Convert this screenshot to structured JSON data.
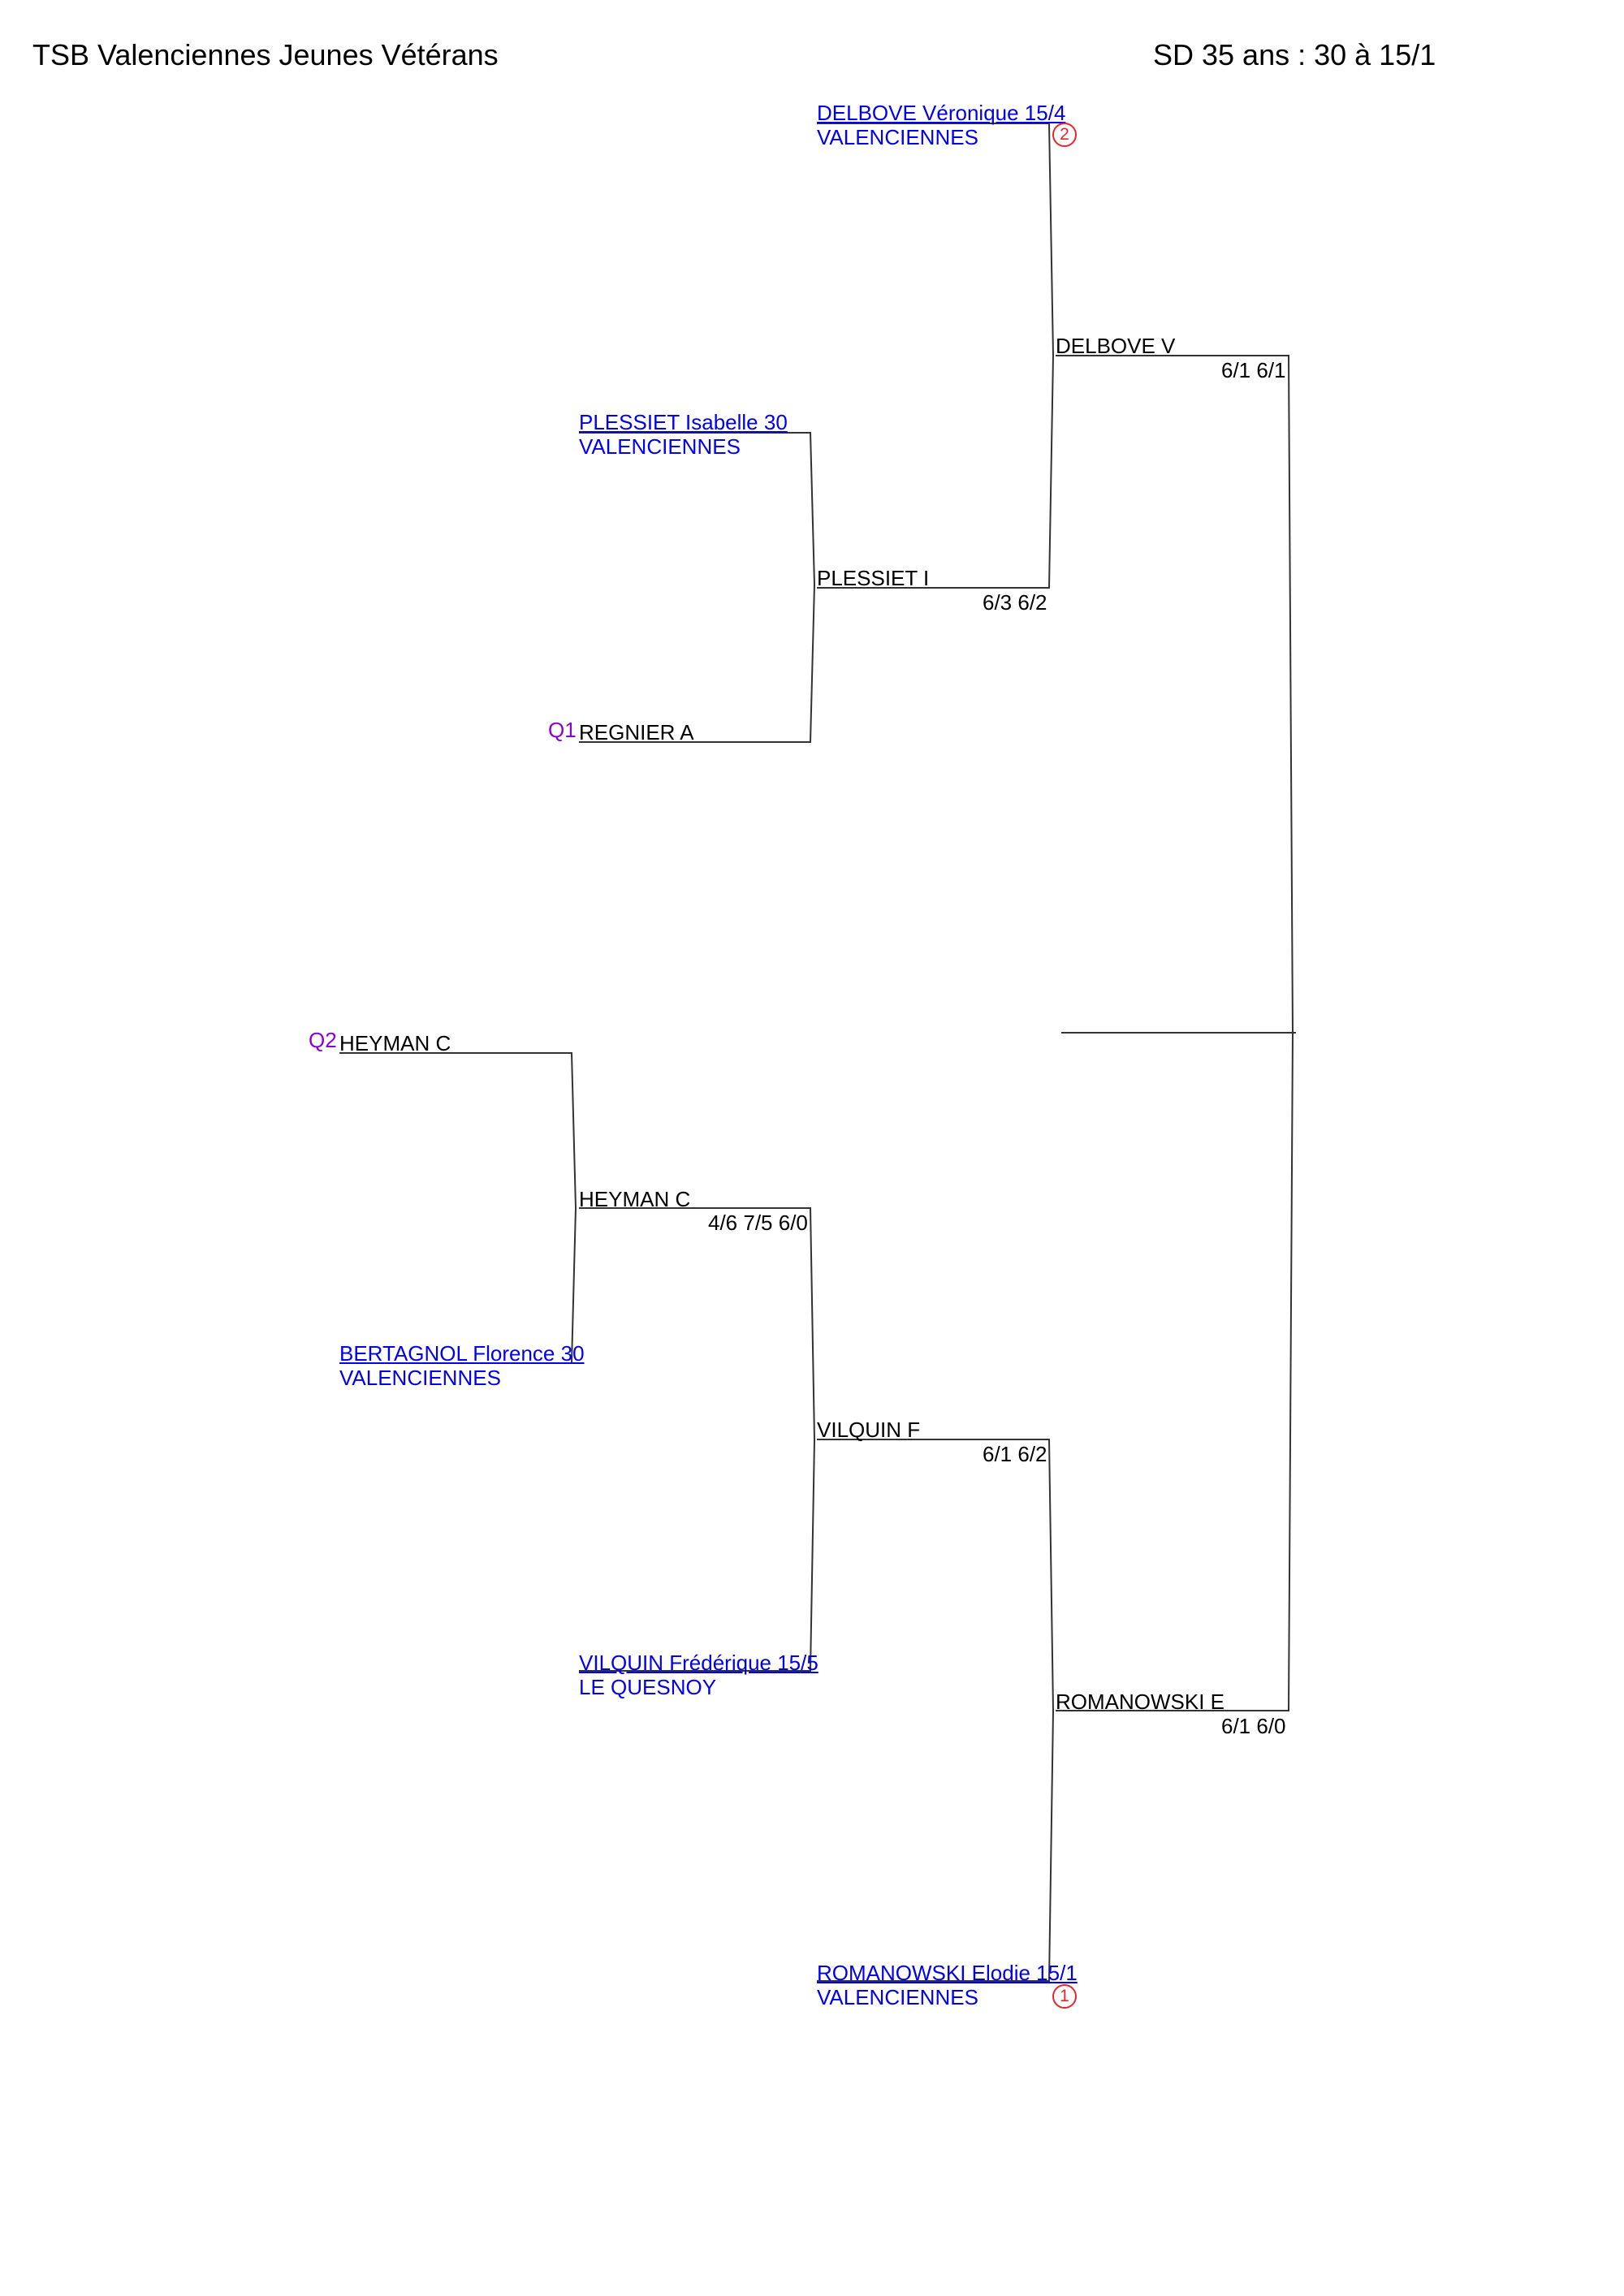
{
  "header": {
    "title": "TSB Valenciennes Jeunes Vétérans",
    "category": "SD 35 ans : 30 à 15/1"
  },
  "entrants": {
    "delbove": {
      "name": "DELBOVE Véronique 15/4",
      "club": "VALENCIENNES",
      "seed": "2"
    },
    "plessiet": {
      "name": "PLESSIET Isabelle 30",
      "club": "VALENCIENNES"
    },
    "regnier": {
      "name": "REGNIER A",
      "qualifier": "Q1"
    },
    "heyman": {
      "name": "HEYMAN C",
      "qualifier": "Q2"
    },
    "bertagnol": {
      "name": "BERTAGNOL Florence 30",
      "club": "VALENCIENNES"
    },
    "vilquin": {
      "name": "VILQUIN Frédérique 15/5",
      "club": "LE QUESNOY"
    },
    "romanowski": {
      "name": "ROMANOWSKI Elodie 15/1",
      "club": "VALENCIENNES",
      "seed": "1"
    }
  },
  "results": {
    "plessiet_r1": {
      "winner": "PLESSIET I",
      "score": "6/3 6/2"
    },
    "delbove_semi": {
      "winner": "DELBOVE V",
      "score": "6/1 6/1"
    },
    "heyman_r1": {
      "winner": "HEYMAN C",
      "score": "4/6 7/5 6/0"
    },
    "vilquin_r2": {
      "winner": "VILQUIN F",
      "score": "6/1 6/2"
    },
    "romanowski_semi": {
      "winner": "ROMANOWSKI E",
      "score": "6/1 6/0"
    }
  }
}
